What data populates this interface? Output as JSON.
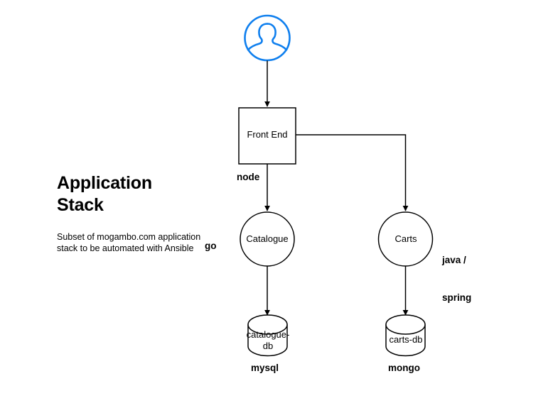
{
  "diagram": {
    "title_line1": "Application",
    "title_line2": "Stack",
    "subtitle": "Subset of mogambo.com\napplication stack to be automated\nwith Ansible",
    "colors": {
      "actor_blue": "#0F7FEE",
      "stroke_black": "#000000",
      "background": "#FFFFFF"
    },
    "actor": {
      "name": "user-actor",
      "icon": "user-icon"
    },
    "nodes": [
      {
        "id": "front-end",
        "label": "Front End",
        "shape": "rectangle"
      },
      {
        "id": "catalogue",
        "label": "Catalogue",
        "shape": "circle"
      },
      {
        "id": "carts",
        "label": "Carts",
        "shape": "circle"
      },
      {
        "id": "catalogue-db",
        "label": "catalogue-db",
        "shape": "cylinder"
      },
      {
        "id": "carts-db",
        "label": "carts-db",
        "shape": "cylinder"
      }
    ],
    "node_labels": {
      "front_end": "Front End",
      "catalogue": "Catalogue",
      "carts": "Carts",
      "catalogue_db_line1": "catalogue-",
      "catalogue_db_line2": "db",
      "carts_db": "carts-db"
    },
    "tech_labels": {
      "node": "node",
      "go": "go",
      "java_line1": "java /",
      "java_line2": "spring",
      "mysql": "mysql",
      "mongo": "mongo"
    },
    "edges": [
      {
        "from": "user-actor",
        "to": "front-end",
        "label": ""
      },
      {
        "from": "front-end",
        "to": "catalogue",
        "label": "node"
      },
      {
        "from": "front-end",
        "to": "carts",
        "label": ""
      },
      {
        "from": "catalogue",
        "to": "catalogue-db",
        "label": ""
      },
      {
        "from": "carts",
        "to": "carts-db",
        "label": ""
      }
    ]
  }
}
